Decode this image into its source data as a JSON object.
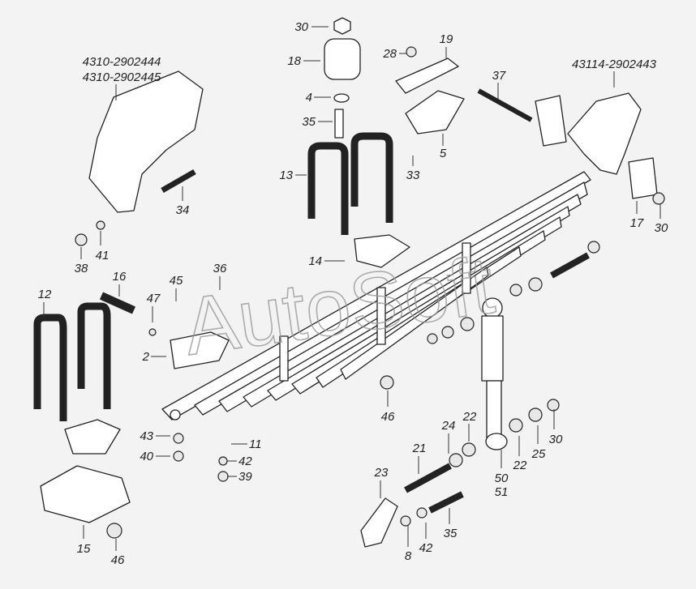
{
  "watermark": "AutoSoft",
  "callouts": [
    "30",
    "18",
    "4",
    "35",
    "13",
    "28",
    "19",
    "37",
    "5",
    "33",
    "43114-2902443",
    "17",
    "30",
    "4310-2902444",
    "4310-2902445",
    "34",
    "38",
    "41",
    "14",
    "16",
    "45",
    "36",
    "47",
    "12",
    "2",
    "46",
    "43",
    "40",
    "11",
    "42",
    "39",
    "15",
    "46",
    "24",
    "22",
    "21",
    "23",
    "8",
    "42",
    "35",
    "50",
    "51",
    "22",
    "25",
    "30"
  ]
}
